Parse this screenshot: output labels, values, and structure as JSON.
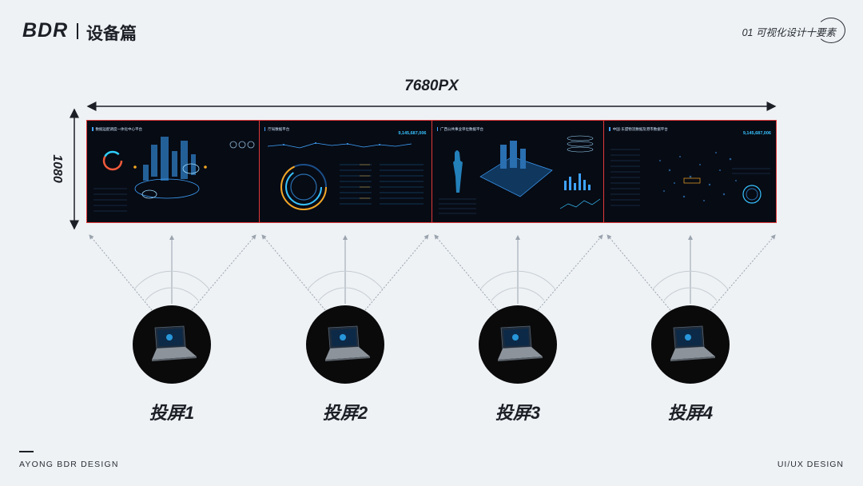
{
  "header": {
    "logo": "BDR",
    "section_title": "设备篇",
    "chapter": "01 可视化设计十要素"
  },
  "dimensions": {
    "width_label": "7680PX",
    "height_label": "1080"
  },
  "screen": {
    "panels": [
      {
        "title": "数据运配调度一体化中心平台",
        "number": ""
      },
      {
        "title": "厅局数据平台",
        "number": "9,145,687,006"
      },
      {
        "title": "广西公共事业单位数据平台",
        "number": ""
      },
      {
        "title": "中国·东盟物流数据及港市数据平台",
        "number": "9,145,687,006"
      }
    ]
  },
  "projections": [
    {
      "label": "投屏1"
    },
    {
      "label": "投屏2"
    },
    {
      "label": "投屏3"
    },
    {
      "label": "投屏4"
    }
  ],
  "footer": {
    "left": "AYONG BDR DESIGN",
    "right": "UI/UX DESIGN"
  },
  "colors": {
    "background": "#eef2f5",
    "screen_border": "#e03a3a",
    "screen_bg": "#070b14",
    "accent_blue": "#37c2ff",
    "accent_orange": "#f5a623"
  }
}
